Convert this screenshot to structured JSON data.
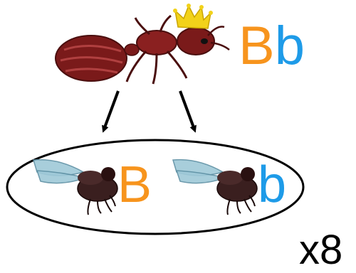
{
  "queen": {
    "genotype_allele_1": "B",
    "genotype_allele_2": "b"
  },
  "offspring": [
    {
      "allele": "B"
    },
    {
      "allele": "b"
    }
  ],
  "multiplier": "x8",
  "colors": {
    "allele_dominant": "#f7941d",
    "allele_recessive": "#1e9be8",
    "ant_body": "#7a1a1a",
    "fly_body": "#3a1f1f",
    "fly_wing": "#9fc9d8",
    "crown": "#f2d21a",
    "arrow": "#000000"
  },
  "icons": [
    "queen-ant-icon",
    "crown-icon",
    "male-fly-icon"
  ]
}
